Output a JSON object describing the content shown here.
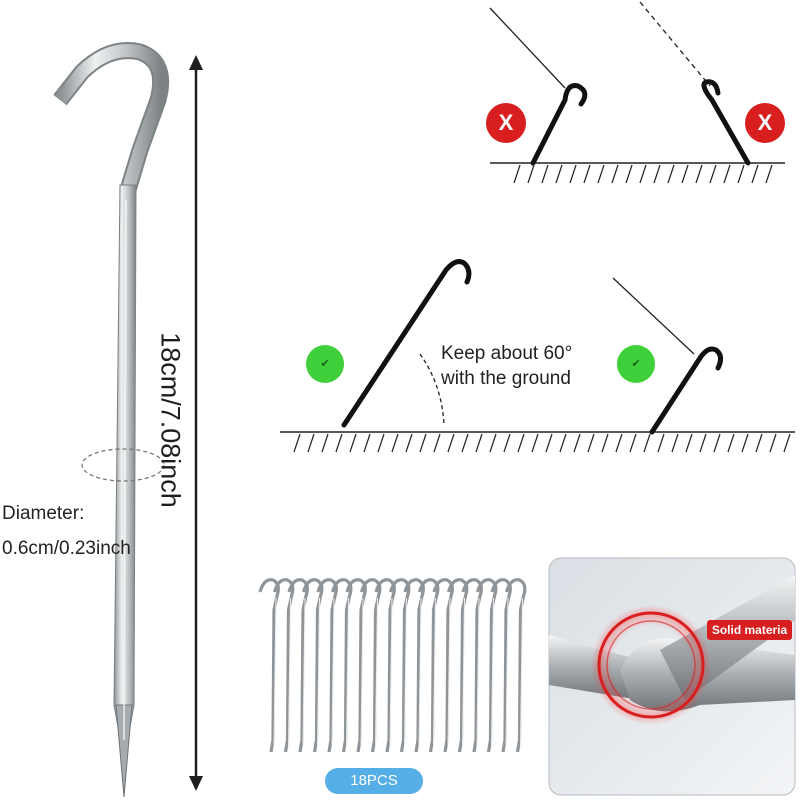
{
  "product": {
    "length_label": "18cm/7.08inch",
    "diameter_title": "Diameter:",
    "diameter_value": "0.6cm/0.23inch",
    "count_badge": "18PCS",
    "material_tag": "Solid materia"
  },
  "installation": {
    "wrong_mark": "X",
    "right_mark": "✔",
    "angle_note": "Keep about 60°\nwith the ground",
    "stake_count": 18
  },
  "colors": {
    "wrong": "#d81e1e",
    "right": "#3fcf3a",
    "badge": "#55aee6",
    "metal": "#c9ccce"
  }
}
